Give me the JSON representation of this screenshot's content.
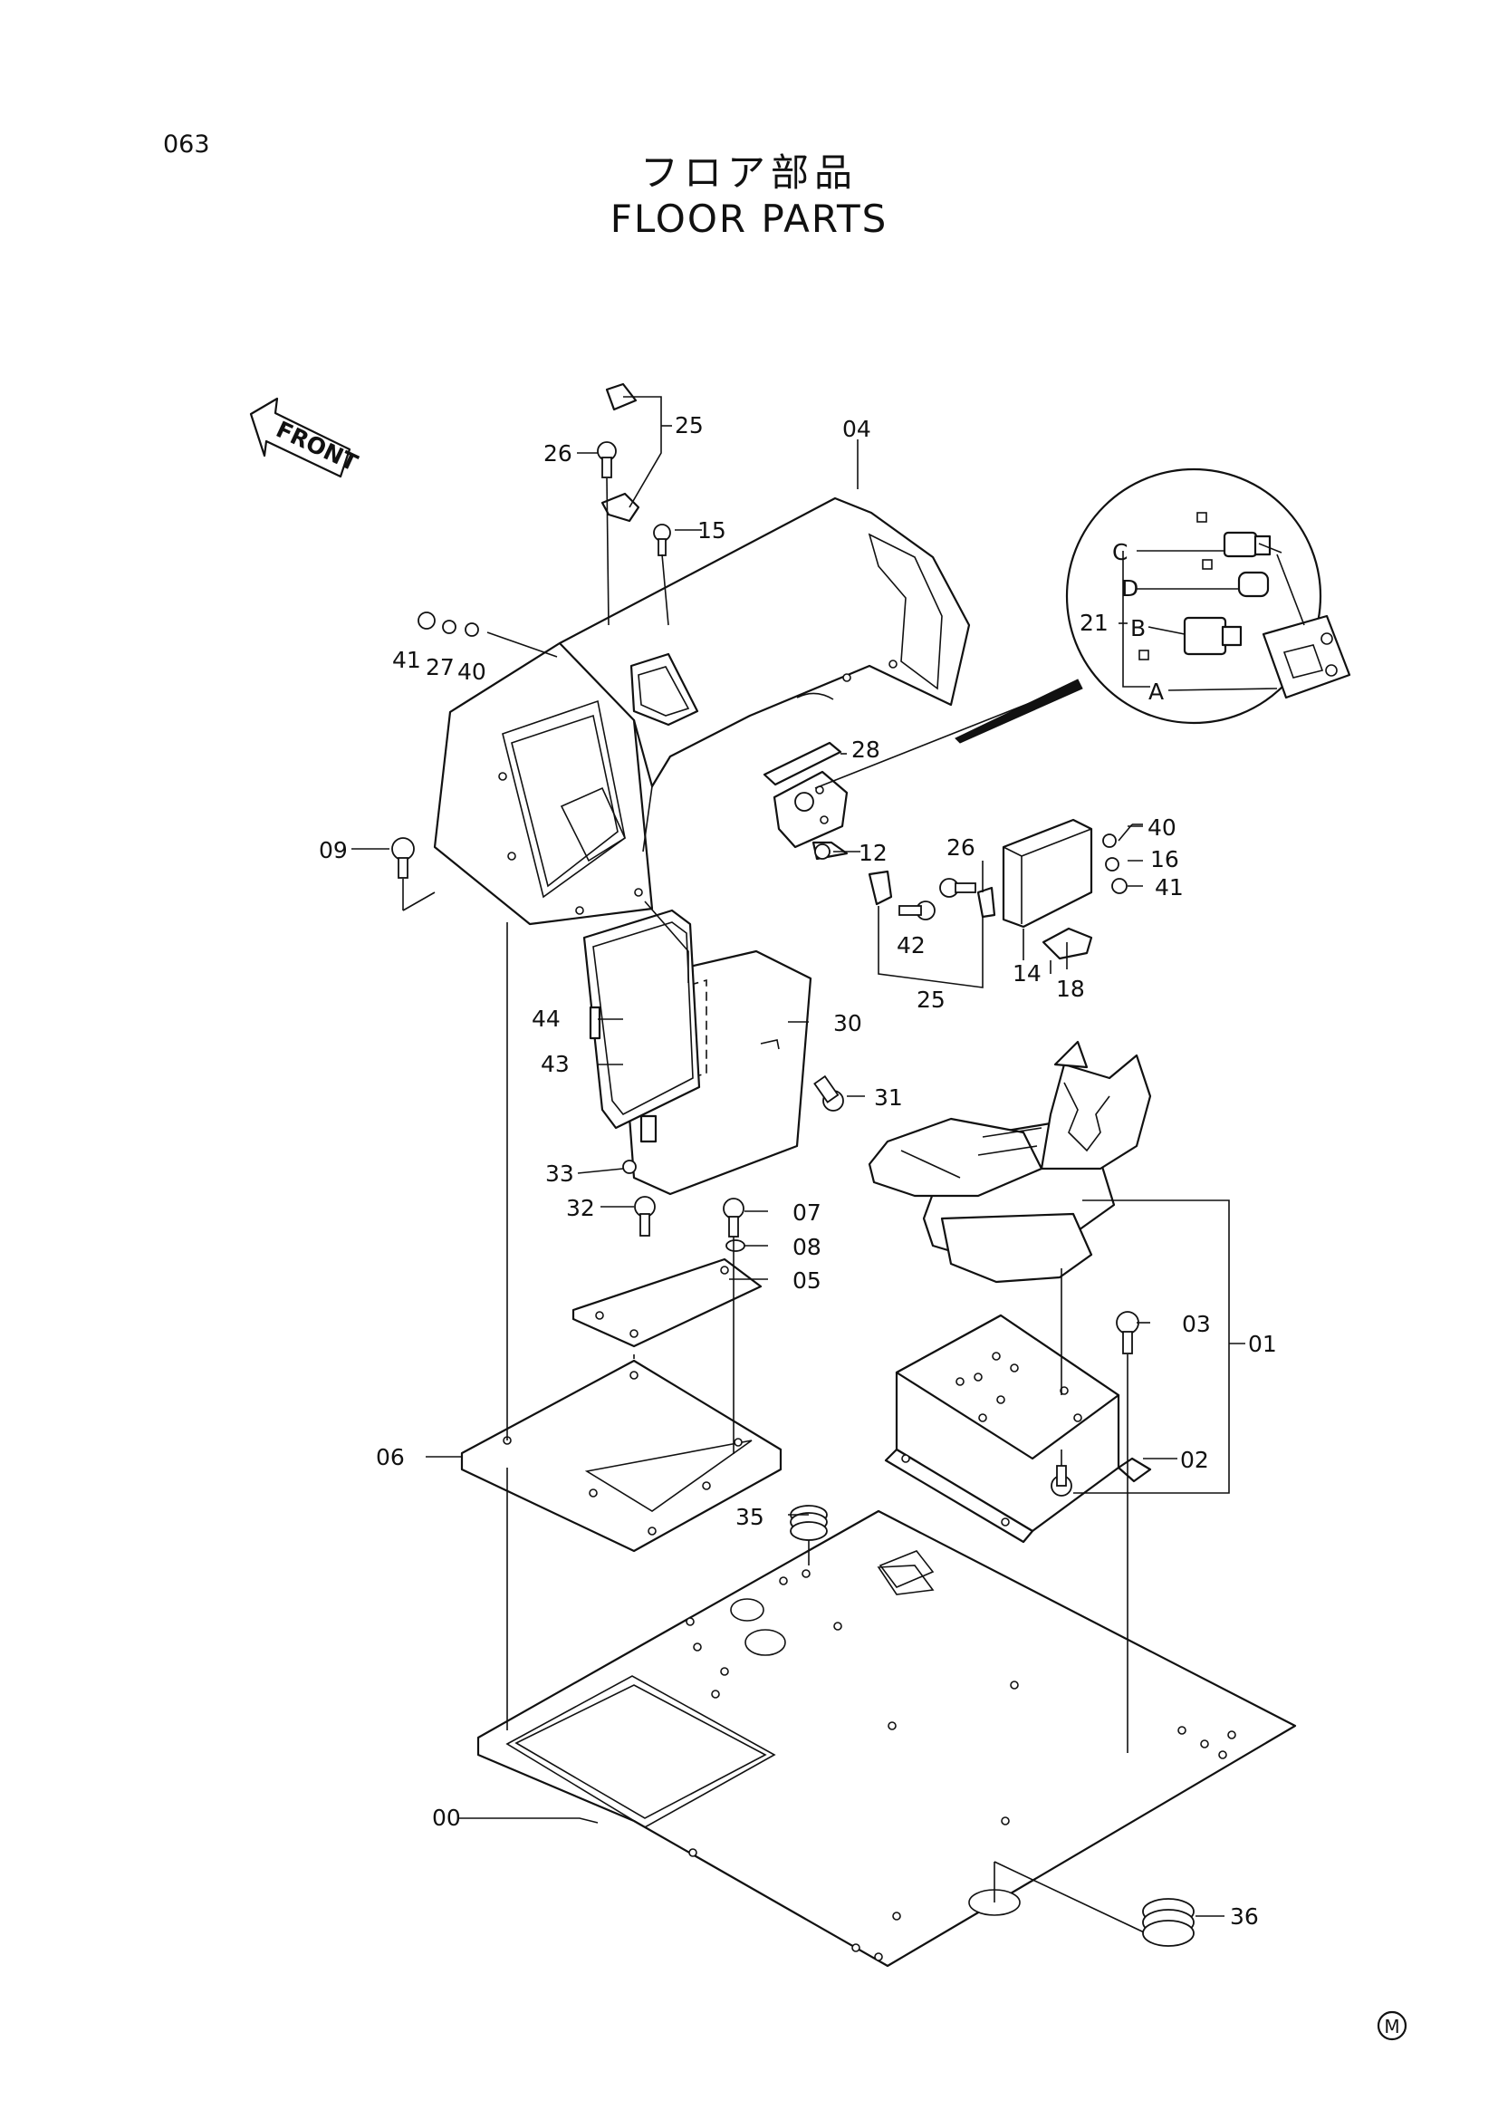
{
  "page": {
    "code": "063",
    "title_jp": "フロア部品",
    "title_en": "FLOOR PARTS",
    "front_label": "FRONT",
    "mark": "M"
  },
  "callouts": {
    "c00": "00",
    "c01": "01",
    "c02": "02",
    "c03": "03",
    "c04": "04",
    "c05": "05",
    "c06": "06",
    "c07": "07",
    "c08": "08",
    "c09": "09",
    "c12": "12",
    "c14": "14",
    "c15": "15",
    "c16": "16",
    "c18": "18",
    "c21": "21",
    "c25a": "25",
    "c25b": "25",
    "c26a": "26",
    "c26b": "26",
    "c27": "27",
    "c28": "28",
    "c30": "30",
    "c31": "31",
    "c32": "32",
    "c33": "33",
    "c35": "35",
    "c36": "36",
    "c40a": "40",
    "c40b": "40",
    "c41a": "41",
    "c41b": "41",
    "c42": "42",
    "c43": "43",
    "c44": "44",
    "detA": "A",
    "detB": "B",
    "detC": "C",
    "detD": "D"
  }
}
